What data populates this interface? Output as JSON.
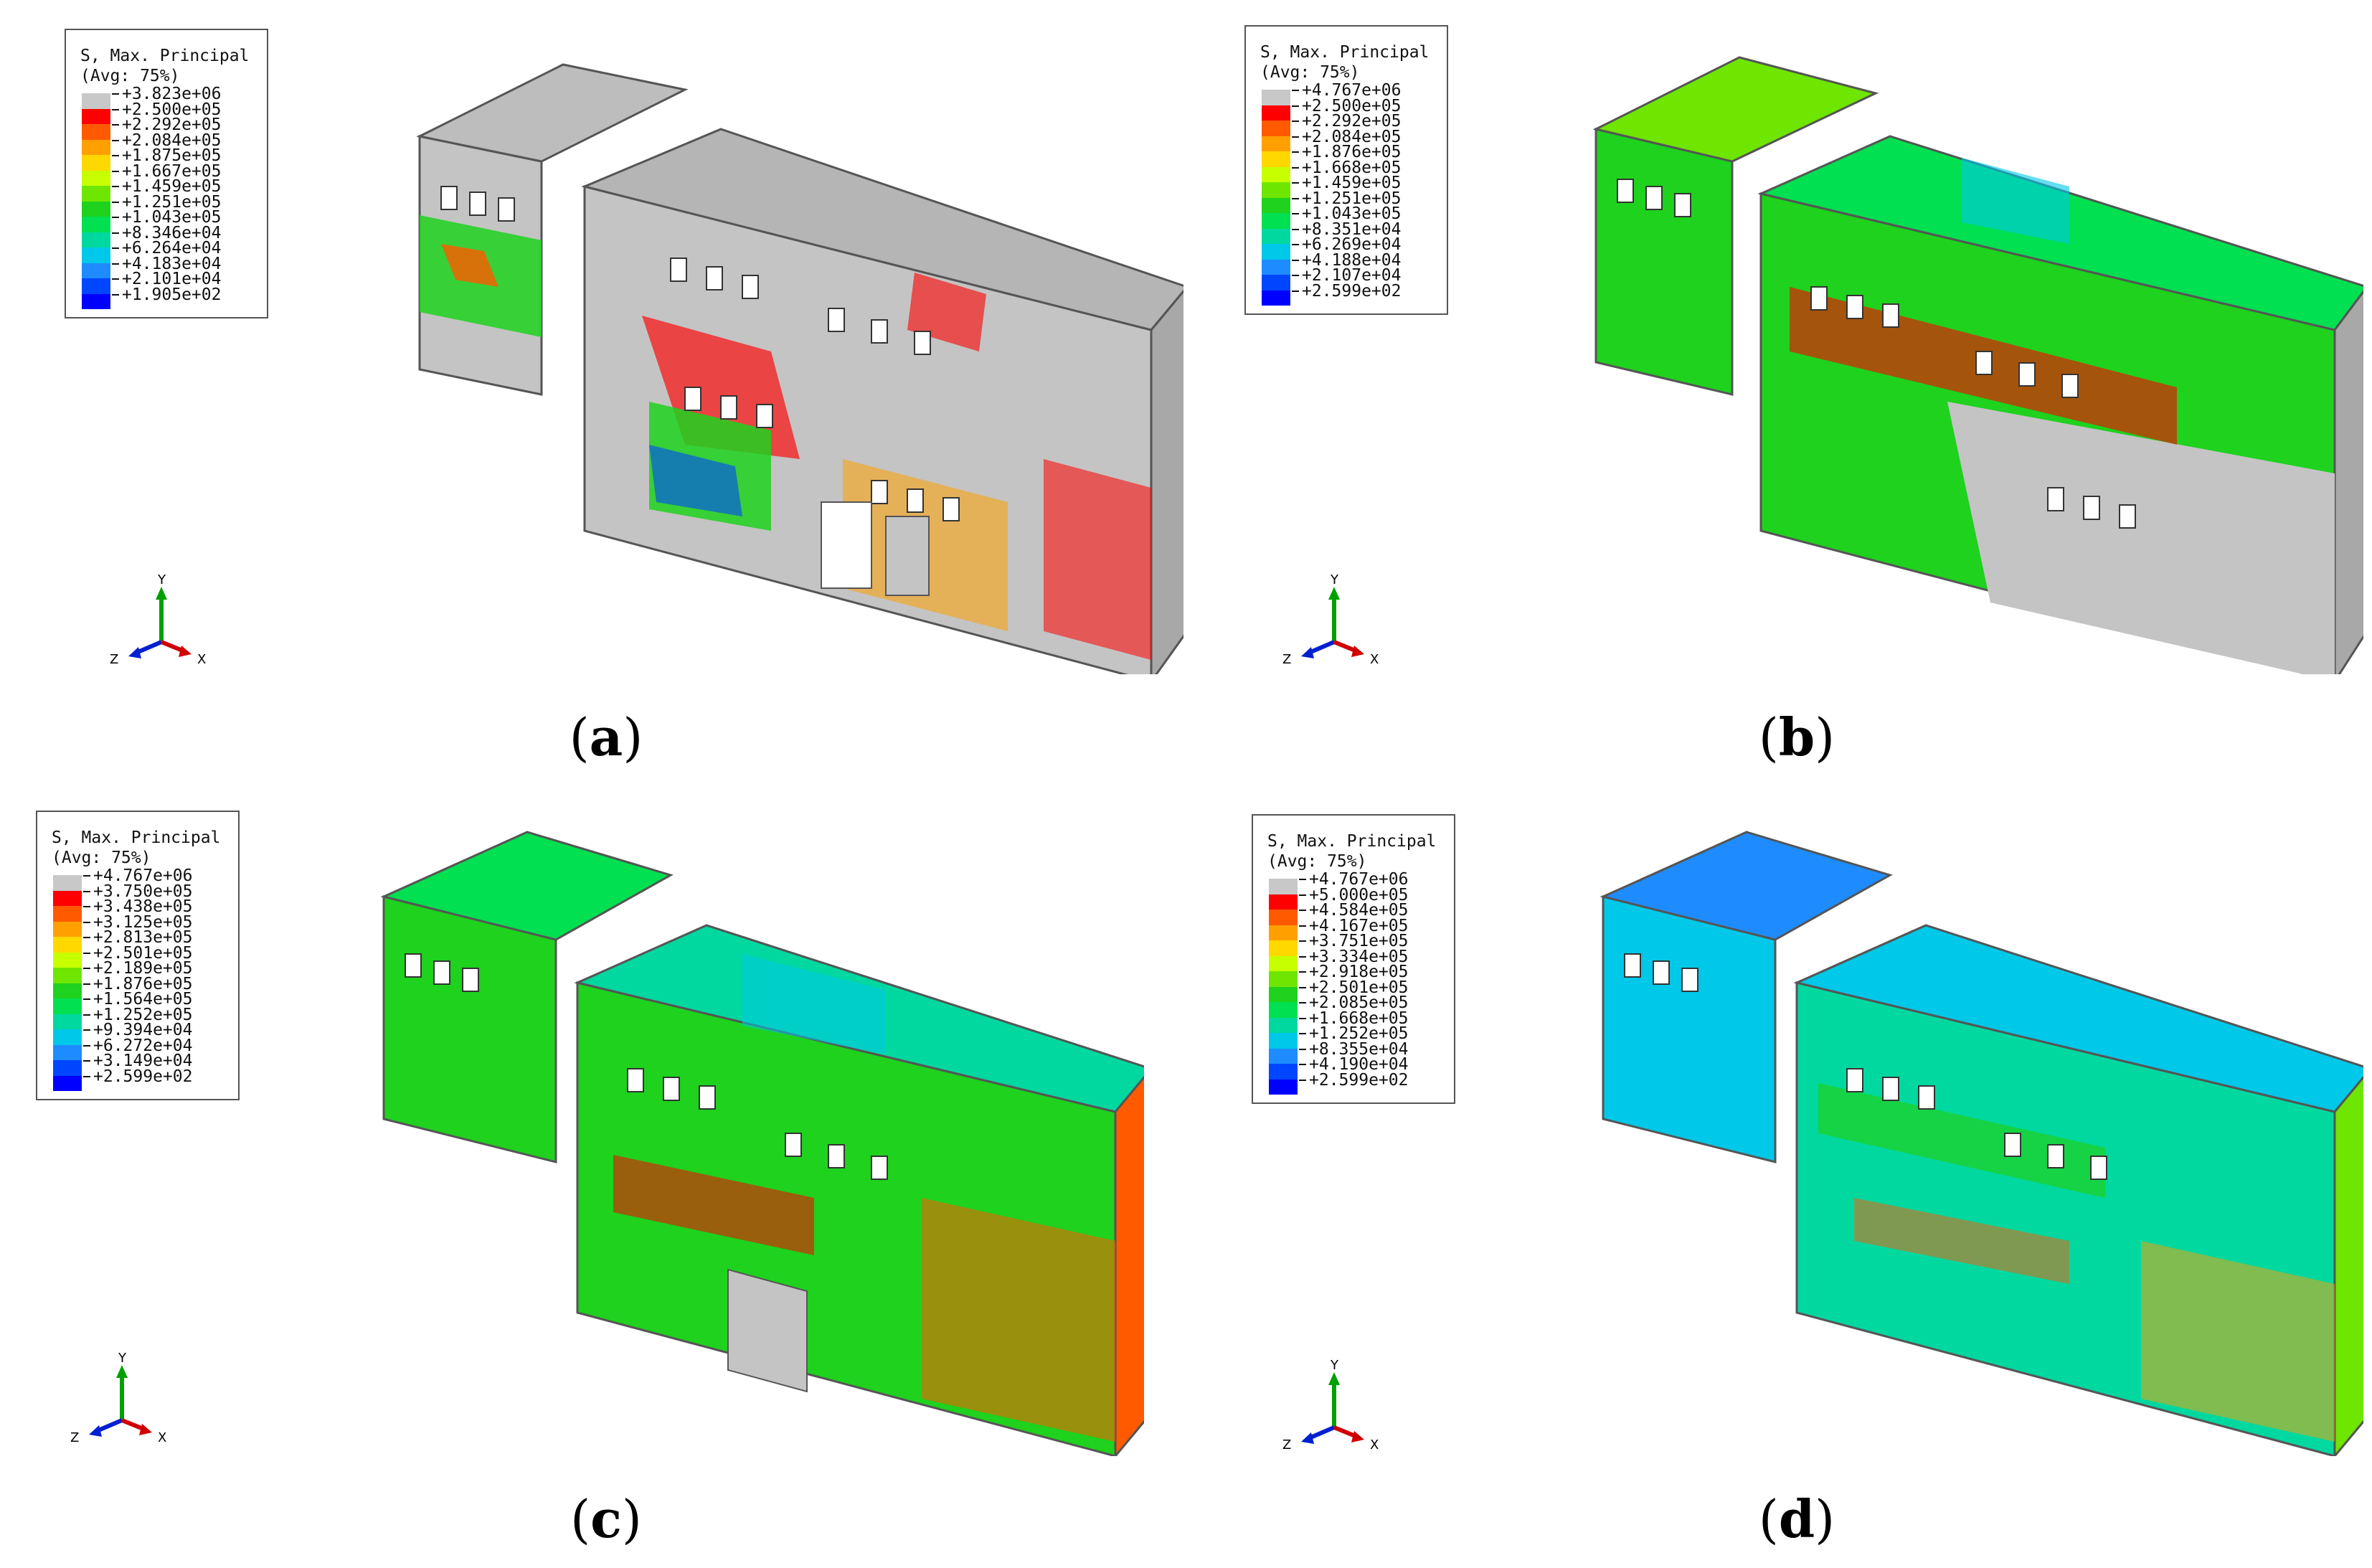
{
  "panels": [
    {
      "caption": "a",
      "legend": {
        "title": "S, Max. Principal",
        "avg": "(Avg: 75%)",
        "values": [
          "+3.823e+06",
          "+2.500e+05",
          "+2.292e+05",
          "+2.084e+05",
          "+1.875e+05",
          "+1.667e+05",
          "+1.459e+05",
          "+1.251e+05",
          "+1.043e+05",
          "+8.346e+04",
          "+6.264e+04",
          "+4.183e+04",
          "+2.101e+04",
          "+1.905e+02"
        ]
      },
      "axes": {
        "y": "Y",
        "z": "Z",
        "x": "X"
      }
    },
    {
      "caption": "b",
      "legend": {
        "title": "S, Max. Principal",
        "avg": "(Avg: 75%)",
        "values": [
          "+4.767e+06",
          "+2.500e+05",
          "+2.292e+05",
          "+2.084e+05",
          "+1.876e+05",
          "+1.668e+05",
          "+1.459e+05",
          "+1.251e+05",
          "+1.043e+05",
          "+8.351e+04",
          "+6.269e+04",
          "+4.188e+04",
          "+2.107e+04",
          "+2.599e+02"
        ]
      },
      "axes": {
        "y": "Y",
        "z": "Z",
        "x": "X"
      }
    },
    {
      "caption": "c",
      "legend": {
        "title": "S, Max. Principal",
        "avg": "(Avg: 75%)",
        "values": [
          "+4.767e+06",
          "+3.750e+05",
          "+3.438e+05",
          "+3.125e+05",
          "+2.813e+05",
          "+2.501e+05",
          "+2.189e+05",
          "+1.876e+05",
          "+1.564e+05",
          "+1.252e+05",
          "+9.394e+04",
          "+6.272e+04",
          "+3.149e+04",
          "+2.599e+02"
        ]
      },
      "axes": {
        "y": "Y",
        "z": "Z",
        "x": "X"
      }
    },
    {
      "caption": "d",
      "legend": {
        "title": "S, Max. Principal",
        "avg": "(Avg: 75%)",
        "values": [
          "+4.767e+06",
          "+5.000e+05",
          "+4.584e+05",
          "+4.167e+05",
          "+3.751e+05",
          "+3.334e+05",
          "+2.918e+05",
          "+2.501e+05",
          "+2.085e+05",
          "+1.668e+05",
          "+1.252e+05",
          "+8.355e+04",
          "+4.190e+04",
          "+2.599e+02"
        ]
      },
      "axes": {
        "y": "Y",
        "z": "Z",
        "x": "X"
      }
    }
  ],
  "colors": {
    "contour_scale": [
      "#c8c8c8",
      "#ff0000",
      "#ff5a00",
      "#ffa000",
      "#ffd800",
      "#c8ff00",
      "#6ee600",
      "#1ed21e",
      "#00e050",
      "#00d8a0",
      "#00c8e8",
      "#1e8cff",
      "#0046ff",
      "#0000ff"
    ],
    "wall_grey": "#c4c4c4",
    "wall_edge": "#555555"
  }
}
